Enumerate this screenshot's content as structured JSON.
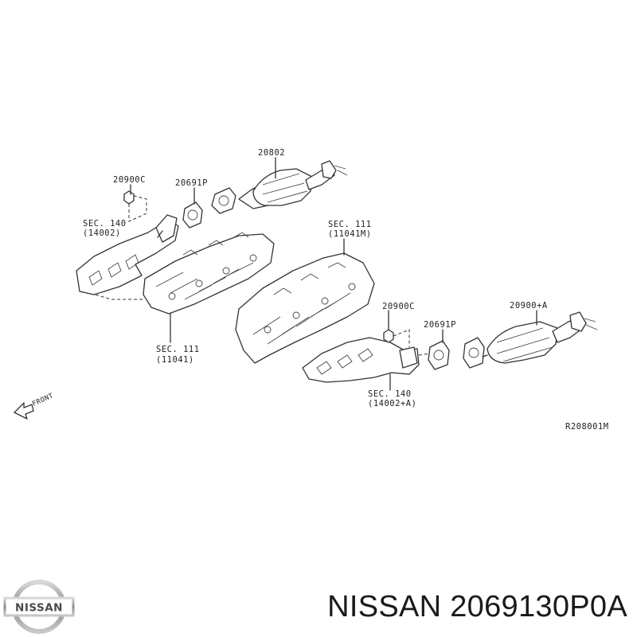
{
  "diagram": {
    "labels": {
      "cat_converter_upper": "20802",
      "nut_upper": "20900C",
      "gasket_upper": "20691P",
      "manifold_upper_sec": "SEC. 140",
      "manifold_upper_ref": "(14002)",
      "head_right_sec": "SEC. 111",
      "head_right_ref": "(11041M)",
      "head_left_sec": "SEC. 111",
      "head_left_ref": "(11041)",
      "nut_lower": "20900C",
      "gasket_lower": "20691P",
      "cat_converter_lower": "20900+A",
      "manifold_lower_sec": "SEC. 140",
      "manifold_lower_ref": "(14002+A)",
      "front": "FRONT",
      "drawing_code": "R208001M"
    }
  },
  "logo_text": "NISSAN",
  "caption": "NISSAN 2069130P0A",
  "colors": {
    "line": "#333333",
    "background": "#ffffff",
    "logo_silver": "#9a9a9a"
  }
}
